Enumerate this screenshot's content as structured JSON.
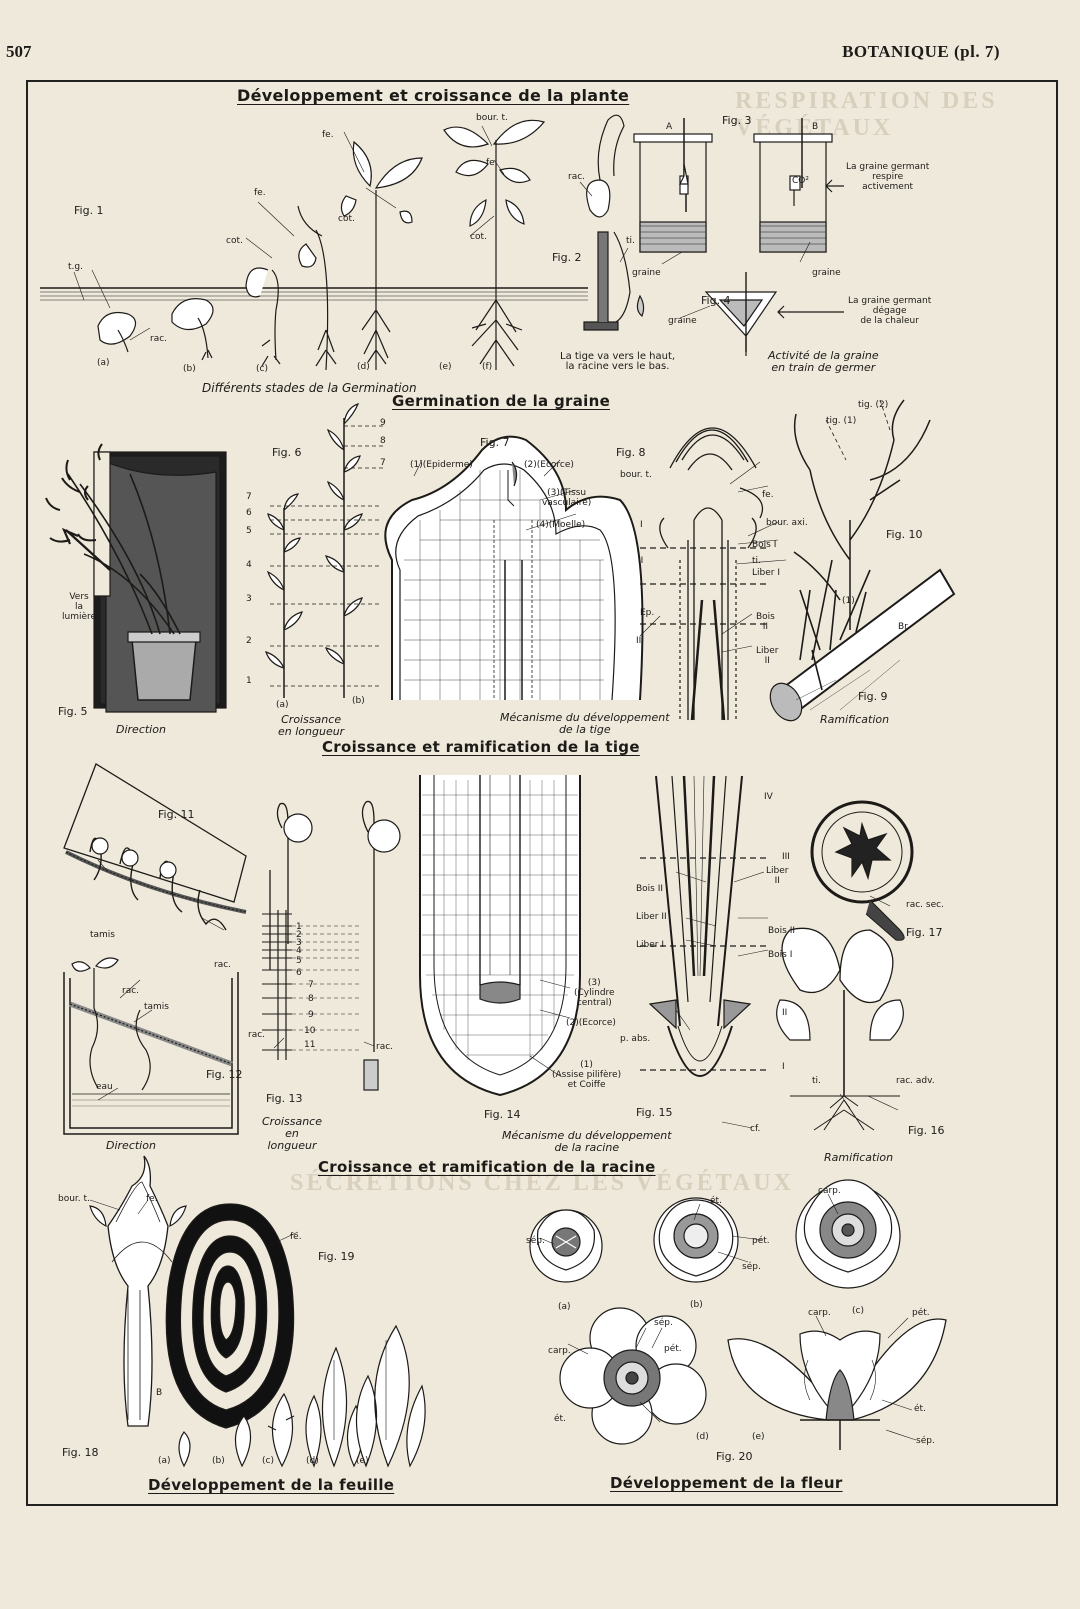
{
  "header": {
    "page_number": "507",
    "running_head": "BOTANIQUE (pl. 7)"
  },
  "bleed_text": [
    "RESPIRATION DES VÉGÉTAUX",
    "SÉCRÉTIONS CHEZ LES VÉGÉTAUX"
  ],
  "section_titles": {
    "s1": "Développement et croissance de la plante",
    "s2": "Germination de la graine",
    "s3": "Croissance et ramification de la tige",
    "s4": "Croissance et ramification de la racine",
    "s5": "Développement de la feuille",
    "s6": "Développement de la fleur"
  },
  "figures": {
    "f1": "Fig. 1",
    "f2": "Fig. 2",
    "f3": "Fig. 3",
    "f4": "Fig. 4",
    "f5": "Fig. 5",
    "f6": "Fig. 6",
    "f7": "Fig. 7",
    "f8": "Fig. 8",
    "f9": "Fig. 9",
    "f10": "Fig. 10",
    "f11": "Fig. 11",
    "f12": "Fig. 12",
    "f13": "Fig. 13",
    "f14": "Fig. 14",
    "f15": "Fig. 15",
    "f16": "Fig. 16",
    "f17": "Fig. 17",
    "f18": "Fig. 18",
    "f19": "Fig. 19",
    "f20": "Fig. 20"
  },
  "captions": {
    "germination_stages": "Différents stades de la Germination",
    "fig2": [
      "La tige va vers le haut,",
      "la racine vers le bas."
    ],
    "fig4": [
      "Activité de la graine",
      "en train de germer"
    ],
    "direction": "Direction",
    "croissance_longueur": [
      "Croissance",
      "en longueur"
    ],
    "mecanisme_tige": [
      "Mécanisme du développement",
      "de la tige"
    ],
    "ramification": "Ramification",
    "croissance_longueur_3": [
      "Croissance",
      "en",
      "longueur"
    ],
    "mecanisme_racine": [
      "Mécanisme du développement",
      "de la racine"
    ]
  },
  "labels": {
    "tg": "t.g.",
    "rac": "rac.",
    "cot": "cot.",
    "fe": "fe.",
    "bour_t": "bour. t.",
    "ti": "ti.",
    "stages": [
      "(a)",
      "(b)",
      "(c)",
      "(d)",
      "(e)",
      "(f)"
    ],
    "A": "A",
    "B": "B",
    "graine": "graine",
    "co2": "CO²",
    "respire": [
      "La graine germant",
      "respire",
      "activement"
    ],
    "chaleur": [
      "La graine germant",
      "dégage",
      "de la chaleur"
    ],
    "vers_lumiere": [
      "Vers",
      "la",
      "lumière"
    ],
    "fig6_nums_b": [
      "9",
      "8",
      "7",
      "6",
      "5",
      "4",
      "3",
      "2",
      "1"
    ],
    "fig6_nums_a": [
      "7",
      "6",
      "5",
      "4",
      "3",
      "2",
      "1"
    ],
    "fig6_ab": [
      "(a)",
      "(b)"
    ],
    "epiderme": "(1)(Epiderme)",
    "ecorce": "(2)(Ecorce)",
    "tissu_vasc": [
      "(3)(Tissu",
      "vasculaire)"
    ],
    "moelle": "(4)(Moelle)",
    "bour_axi": "bour. axi.",
    "bois_I": "Bois I",
    "liber_I": "Liber I",
    "bois_II": [
      "Bois",
      "II"
    ],
    "liber_II": [
      "Liber",
      "II"
    ],
    "ep": "Ep.",
    "roman_I": "I",
    "roman_II": "II",
    "roman_III": "III",
    "roman_IV": "IV",
    "tig2": "tig. (2)",
    "tig1": "tig. (1)",
    "one": "(1)",
    "br": "Br.",
    "tamis": "tamis",
    "eau": "eau",
    "fig13_nums": [
      "1",
      "2",
      "3",
      "4",
      "5",
      "6",
      "7",
      "8",
      "9",
      "10",
      "11"
    ],
    "cylindre": [
      "(3)",
      "(Cylindre",
      "central)"
    ],
    "ecorce2": "(2)(Ecorce)",
    "assise": [
      "(1)",
      "(Assise pilifère)",
      "et Coiffe"
    ],
    "bois_II_s": "Bois II",
    "liber_II_s": "Liber II",
    "bois_II_b": "Bois II",
    "p_abs": "p. abs.",
    "cf": "cf.",
    "rac_sec": "rac. sec.",
    "rac_adv": "rac. adv.",
    "B_bud": "B",
    "leaf_stages": [
      "(a)",
      "(b)",
      "(c)",
      "(d)",
      "(e)"
    ],
    "sep": "sép.",
    "et": "ét.",
    "pet": "pét.",
    "carp": "carp.",
    "flower_stages": [
      "(a)",
      "(b)",
      "(c)",
      "(d)",
      "(e)"
    ]
  },
  "colors": {
    "paper": "#efe9dc",
    "ink": "#1d1b18",
    "bleed": "#d8cfbd"
  }
}
